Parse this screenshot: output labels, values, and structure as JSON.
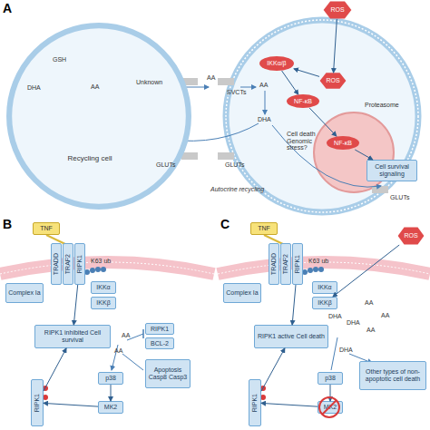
{
  "diagram": {
    "nodes": [
      {
        "text": [
          "Recycling cell"
        ]
      },
      {
        "text": [
          "ROS"
        ]
      },
      {
        "text": [
          "IKKα/β"
        ]
      },
      {
        "text": [
          "ROS"
        ]
      },
      {
        "text": [
          "NF-κB"
        ]
      },
      {
        "text": [
          "NF-κB"
        ]
      },
      {
        "text": [
          "Cell survival signaling"
        ]
      },
      {
        "text": [
          "TNF"
        ]
      },
      {
        "text": [
          "Complex Ia"
        ]
      },
      {
        "text": [
          "TRADD"
        ]
      },
      {
        "text": [
          "TRAF2"
        ]
      },
      {
        "text": [
          "RIPK1"
        ]
      },
      {
        "text": [
          "IKKα"
        ]
      },
      {
        "text": [
          "IKKβ"
        ]
      },
      {
        "text": [
          "RIPK1 inhibited Cell survival"
        ]
      },
      {
        "text": [
          "RIPK1"
        ]
      },
      {
        "text": [
          "BCL-2"
        ]
      },
      {
        "text": [
          "Apoptosis Casp8 Casp3"
        ]
      },
      {
        "text": [
          "p38"
        ]
      },
      {
        "text": [
          "MK2"
        ]
      },
      {
        "text": [
          "RIPK1"
        ]
      },
      {
        "text": [
          "TNF"
        ]
      },
      {
        "text": [
          "Complex Ia"
        ]
      },
      {
        "text": [
          "TRADD"
        ]
      },
      {
        "text": [
          "TRAF2"
        ]
      },
      {
        "text": [
          "RIPK1"
        ]
      },
      {
        "text": [
          "ROS"
        ]
      },
      {
        "text": [
          "IKKα"
        ]
      },
      {
        "text": [
          "IKKβ"
        ]
      },
      {
        "text": [
          "RIPK1 active Cell death"
        ]
      },
      {
        "text": [
          "Other types of non-apoptotic cell death"
        ]
      },
      {
        "text": [
          "p38"
        ]
      },
      {
        "text": [
          "MK2"
        ]
      },
      {
        "text": [
          "RIPK1"
        ]
      }
    ],
    "edges": [
      {
        "from": 1,
        "to": 3,
        "arrow": "to"
      },
      {
        "from": 3,
        "to": 2,
        "arrow": "to"
      },
      {
        "from": 2,
        "to": 4,
        "arrow": "to"
      },
      {
        "from": 4,
        "to": 5,
        "arrow": "to"
      },
      {
        "from": 5,
        "to": 6,
        "arrow": "to"
      },
      {
        "from": 11,
        "to": 14,
        "arrow": "to"
      },
      {
        "from": 18,
        "to": 19,
        "arrow": "to"
      },
      {
        "from": 19,
        "to": 20,
        "arrow": "to"
      },
      {
        "from": 20,
        "to": 14,
        "arrow": "to"
      },
      {
        "from": 25,
        "to": 29,
        "arrow": "to"
      },
      {
        "from": 26,
        "to": 28,
        "arrow": "to"
      },
      {
        "from": 31,
        "to": 32,
        "arrow": "to"
      },
      {
        "from": 32,
        "to": 33,
        "arrow": "to"
      },
      {
        "from": 33,
        "to": 29,
        "arrow": "to"
      }
    ],
    "labels": [
      "A",
      "GSH",
      "DHA",
      "AA",
      "Unknown",
      "GLUTs",
      "AA",
      "SVCTs",
      "AA",
      "DHA",
      "GLUTs",
      "GLUTs",
      "Autocrine recycling",
      "Proteasome",
      "Cell death Genomic stress?",
      "B",
      "K63 ub",
      "AA",
      "AA",
      "C",
      "K63 ub",
      "AA",
      "AA",
      "AA",
      "DHA",
      "DHA",
      "DHA"
    ]
  }
}
